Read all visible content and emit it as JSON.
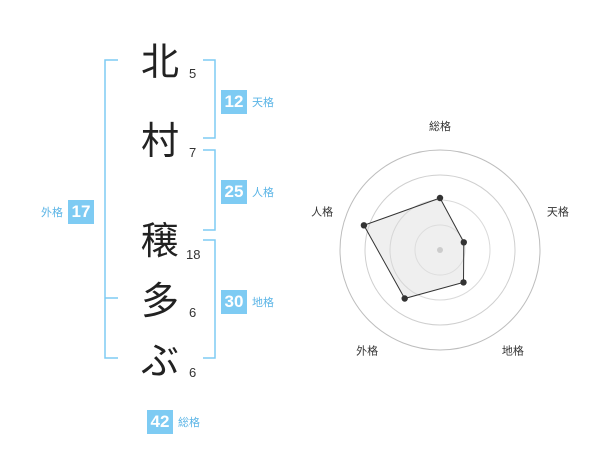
{
  "name": {
    "chars": [
      {
        "char": "北",
        "strokes": "5"
      },
      {
        "char": "村",
        "strokes": "7"
      },
      {
        "char": "穣",
        "strokes": "18"
      },
      {
        "char": "多",
        "strokes": "6"
      },
      {
        "char": "ぶ",
        "strokes": "6"
      }
    ]
  },
  "kaku": {
    "tenkaku": {
      "label": "天格",
      "value": "12"
    },
    "jinkaku": {
      "label": "人格",
      "value": "25"
    },
    "chikaku": {
      "label": "地格",
      "value": "30"
    },
    "gaikaku": {
      "label": "外格",
      "value": "17"
    },
    "soukaku": {
      "label": "総格",
      "value": "42"
    }
  },
  "colors": {
    "accent": "#7ecbf3",
    "label": "#5ab4e6",
    "bracket": "#7ecbf3"
  },
  "chart_data": {
    "type": "radar",
    "axes": [
      "総格",
      "天格",
      "地格",
      "外格",
      "人格"
    ],
    "values": [
      0.52,
      0.25,
      0.4,
      0.6,
      0.8
    ],
    "range": [
      0,
      1
    ],
    "rings": 4
  }
}
